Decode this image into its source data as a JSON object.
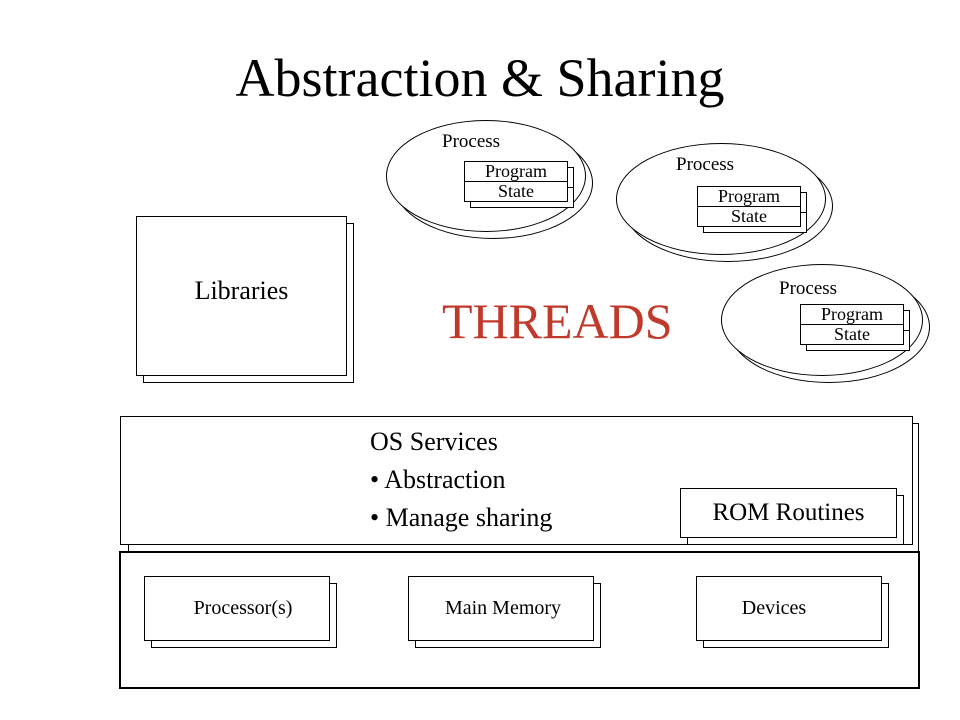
{
  "title": "Abstraction & Sharing",
  "threads_label": "THREADS",
  "libraries_label": "Libraries",
  "processes": [
    {
      "label": "Process",
      "program": "Program",
      "state": "State"
    },
    {
      "label": "Process",
      "program": "Program",
      "state": "State"
    },
    {
      "label": "Process",
      "program": "Program",
      "state": "State"
    }
  ],
  "os_services": {
    "heading": "OS Services",
    "bullets": [
      "• Abstraction",
      "• Manage sharing"
    ],
    "rom_label": "ROM Routines"
  },
  "hardware": [
    "Processor(s)",
    "Main Memory",
    "Devices"
  ],
  "colors": {
    "threads": "#c0392b",
    "outline": "#000000",
    "background": "#ffffff"
  }
}
